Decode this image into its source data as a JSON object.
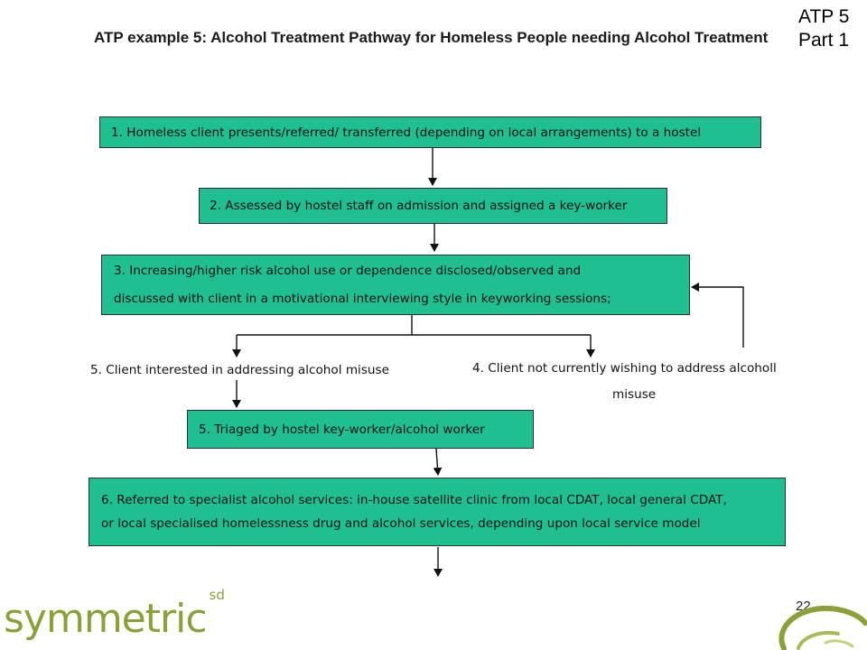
{
  "header": {
    "title": "ATP example 5: Alcohol Treatment Pathway for Homeless People needing Alcohol Treatment",
    "corner_line1": "ATP 5",
    "corner_line2": "Part 1"
  },
  "steps": {
    "s1": "1. Homeless client presents/referred/ transferred (depending on local arrangements) to a hostel",
    "s2": "2. Assessed by hostel staff on admission and assigned a key-worker",
    "s3_line1": "3. Increasing/higher risk alcohol use or dependence disclosed/observed and",
    "s3_line2": "discussed with client in a motivational interviewing style in keyworking sessions;",
    "s5_label": "5. Client interested in addressing alcohol misuse",
    "s4_line1": "4. Client not currently wishing to address alcoholl",
    "s4_line2": "misuse",
    "s5_box": "5. Triaged by hostel key-worker/alcohol worker",
    "s6_line1": "6. Referred to specialist alcohol services: in-house satellite clinic from local CDAT, local general CDAT,",
    "s6_line2": "or local specialised homelessness drug and alcohol services, depending upon local service model"
  },
  "footer": {
    "page_number": "22",
    "logo_text": "symmetric",
    "logo_sup": "sd"
  },
  "colors": {
    "box_fill": "#1fbf92",
    "logo": "#8aa038"
  }
}
